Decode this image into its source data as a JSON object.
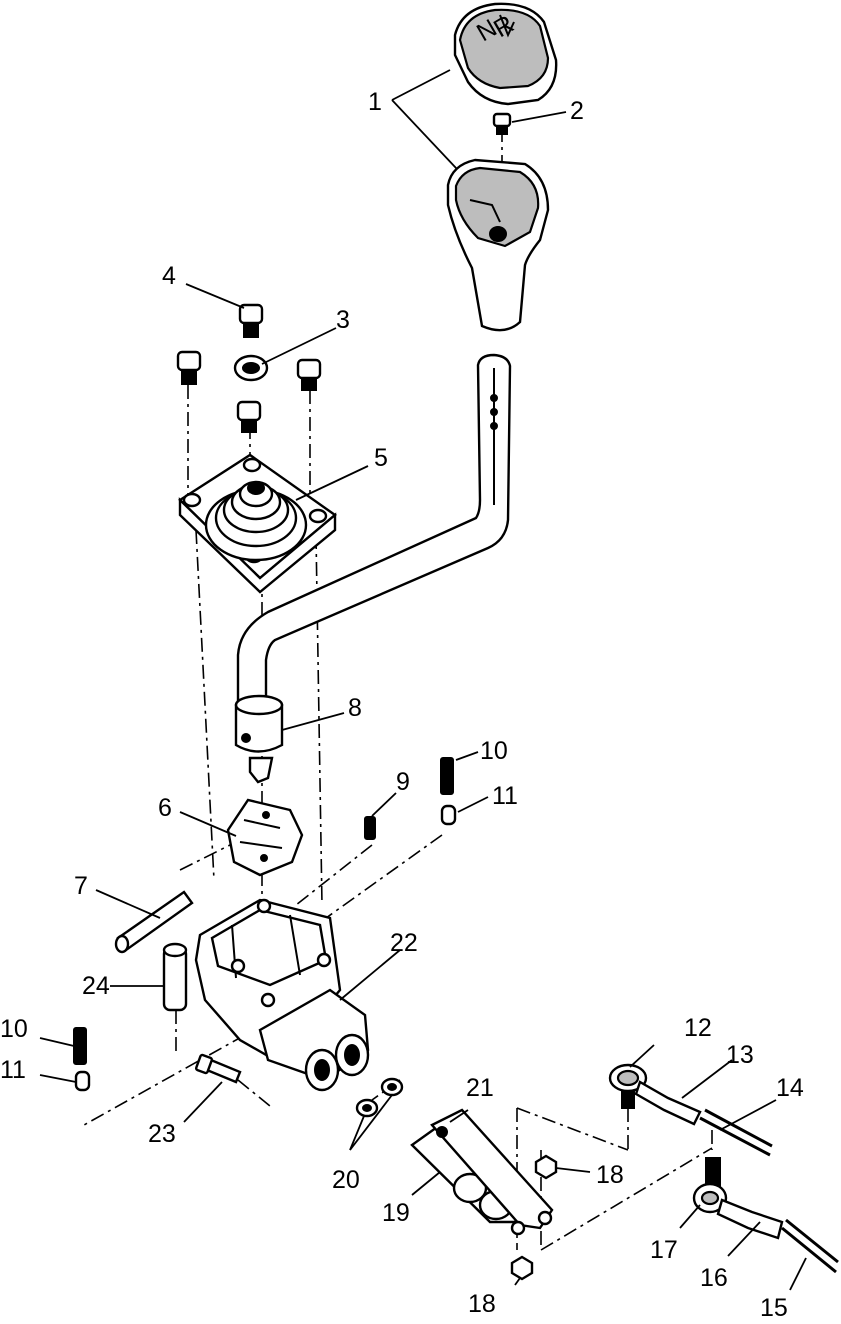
{
  "callouts": [
    {
      "id": "c1",
      "text": "1"
    },
    {
      "id": "c2",
      "text": "2"
    },
    {
      "id": "c3",
      "text": "3"
    },
    {
      "id": "c4",
      "text": "4"
    },
    {
      "id": "c5",
      "text": "5"
    },
    {
      "id": "c6",
      "text": "6"
    },
    {
      "id": "c7",
      "text": "7"
    },
    {
      "id": "c8",
      "text": "8"
    },
    {
      "id": "c9",
      "text": "9"
    },
    {
      "id": "c10a",
      "text": "10"
    },
    {
      "id": "c10b",
      "text": "10"
    },
    {
      "id": "c11a",
      "text": "11"
    },
    {
      "id": "c11b",
      "text": "11"
    },
    {
      "id": "c12",
      "text": "12"
    },
    {
      "id": "c13",
      "text": "13"
    },
    {
      "id": "c14",
      "text": "14"
    },
    {
      "id": "c15",
      "text": "15"
    },
    {
      "id": "c16",
      "text": "16"
    },
    {
      "id": "c17",
      "text": "17"
    },
    {
      "id": "c18a",
      "text": "18"
    },
    {
      "id": "c18b",
      "text": "18"
    },
    {
      "id": "c19",
      "text": "19"
    },
    {
      "id": "c20",
      "text": "20"
    },
    {
      "id": "c21",
      "text": "21"
    },
    {
      "id": "c22",
      "text": "22"
    },
    {
      "id": "c23",
      "text": "23"
    },
    {
      "id": "c24",
      "text": "24"
    }
  ]
}
